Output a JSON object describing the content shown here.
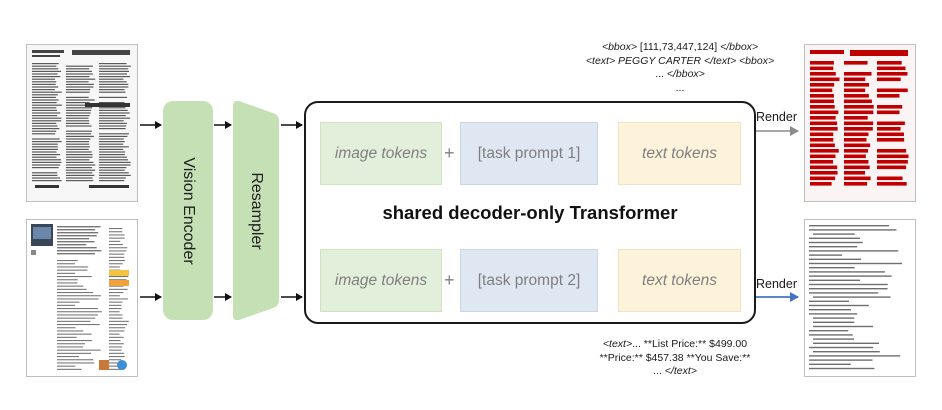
{
  "left_docs": {
    "top": {
      "type": "scanned newspaper page"
    },
    "bottom": {
      "type": "product web page screenshot"
    }
  },
  "modules": {
    "vision_encoder": "Vision Encoder",
    "resampler": "Resampler"
  },
  "transformer": {
    "title": "shared decoder-only Transformer",
    "rows": [
      {
        "image_tokens": "image tokens",
        "plus": "+",
        "task_prompt": "[task prompt 1]",
        "text_tokens": "text tokens"
      },
      {
        "image_tokens": "image tokens",
        "plus": "+",
        "task_prompt": "[task prompt 2]",
        "text_tokens": "text tokens"
      }
    ]
  },
  "outputs": {
    "top_snippet": {
      "line1_tag_open": "<bbox>",
      "line1_value": " [111,73,447,124] ",
      "line1_tag_close": "</bbox>",
      "line2_tag_open": "<text>",
      "line2_value": " PEGGY CARTER ",
      "line2_tag_close": "</text>",
      "line2_tag_next": " <bbox>",
      "line3_prefix": "... ",
      "line3_tag": "</bbox>",
      "line4": "..."
    },
    "bottom_snippet": {
      "line1_tag_open": "<text>",
      "line1_value": "... **List Price:** $499.00",
      "line2": "**Price:**  $457.38 **You Save:**",
      "line3_prefix": "... ",
      "line3_tag": "</text>"
    },
    "render_top": "Render",
    "render_bottom": "Render"
  },
  "colors": {
    "module_green": "#c5e0b4",
    "image_tokens_bg": "#e2efda",
    "task_prompt_bg": "#dfe7f3",
    "text_tokens_bg": "#fdf3da",
    "render_arrow_top": "#8c8c8c",
    "render_arrow_bottom": "#4472c4",
    "highlight_red": "#c00000"
  }
}
